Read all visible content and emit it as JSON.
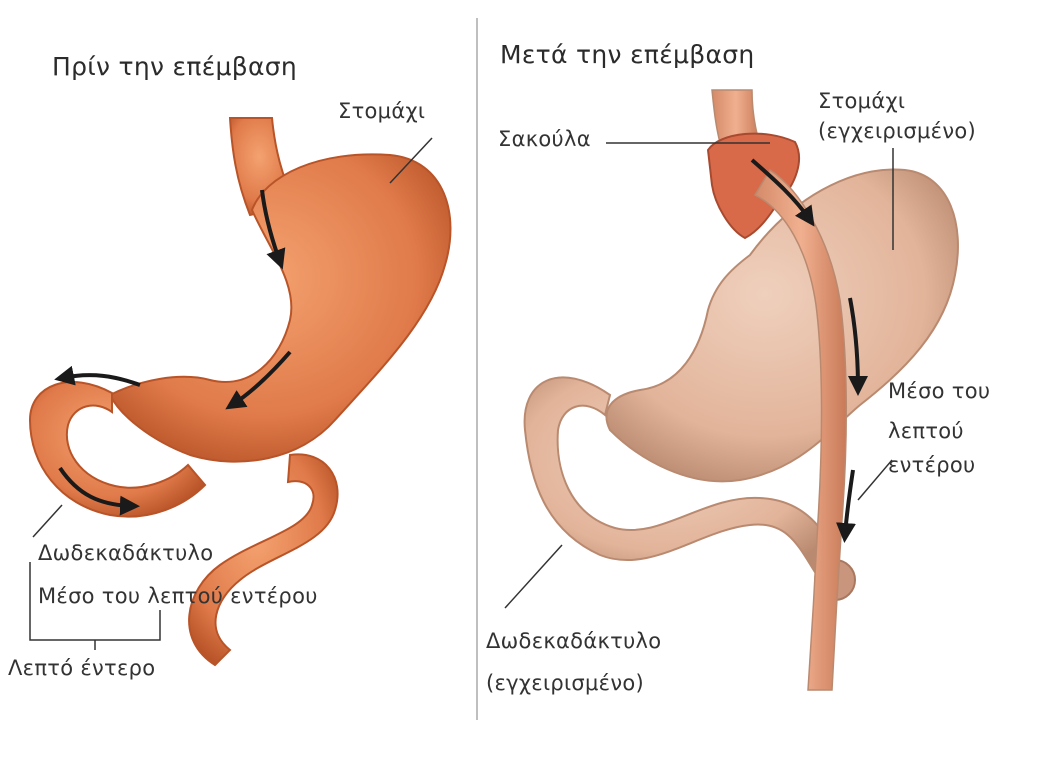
{
  "colors": {
    "before_organ": "#e07a4a",
    "before_organ_dark": "#b85428",
    "after_organ": "#e2b49a",
    "after_organ_dark": "#b98a70",
    "pouch": "#d86a4a",
    "arrow": "#1a1a1a",
    "divider": "#bfbfbf",
    "text": "#333333"
  },
  "before": {
    "title": "Πρίν την επέμβαση",
    "labels": {
      "stomach": "Στομάχι",
      "duodenum": "Δωδεκαδάκτυλο",
      "mid_small_intestine": "Μέσο του λεπτού εντέρου",
      "small_intestine": "Λεπτό έντερο"
    }
  },
  "after": {
    "title": "Μετά την επέμβαση",
    "labels": {
      "pouch": "Σακούλα",
      "stomach_line1": "Στομάχι",
      "stomach_line2": "(εγχειρισμένο)",
      "mid_line1": "Μέσο του",
      "mid_line2": "λεπτού",
      "mid_line3": "εντέρου",
      "duodenum_line1": "Δωδεκαδάκτυλο",
      "duodenum_line2": "(εγχειρισμένο)"
    }
  }
}
